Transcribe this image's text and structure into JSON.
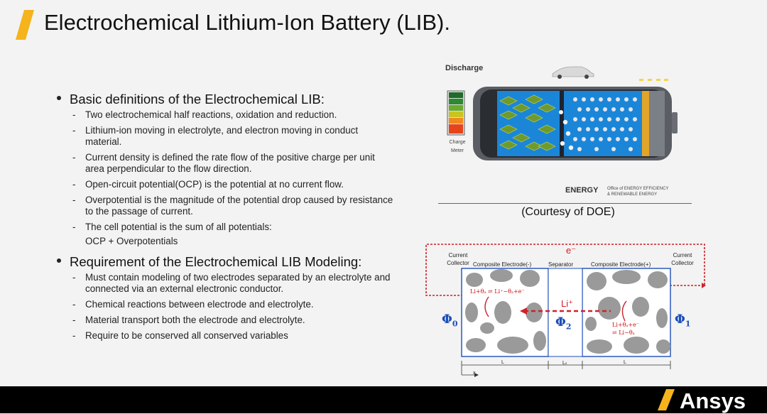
{
  "title": "Electrochemical Lithium-Ion Battery (LIB).",
  "colors": {
    "accent": "#f5b31c",
    "background": "#f3f3f3",
    "footer": "#000000",
    "electrolyte_blue": "#1b86d8",
    "diagram_blue": "#1d4fb8",
    "diagram_red": "#d0202a"
  },
  "bullets": [
    {
      "text": "Basic definitions of the Electrochemical LIB:",
      "sub": [
        "Two electrochemical half reactions, oxidation and reduction.",
        "Lithium-ion moving in electrolyte, and electron moving in conduct material.",
        "Current density is defined the rate flow of the positive charge per unit area perpendicular to the flow direction.",
        "Open-circuit potential(OCP) is the potential at no current flow.",
        "Overpotential is the magnitude of the potential drop caused by resistance to the passage of current.",
        "The cell potential is the sum of all potentials:"
      ],
      "formula": "OCP + Overpotentials"
    },
    {
      "text": "Requirement of the Electrochemical LIB Modeling:",
      "sub": [
        "Must contain modeling of two electrodes separated by an electrolyte and connected via an external electronic conductor.",
        "Chemical reactions between electrode and electrolyte.",
        "Material transport both the electrode and electrolyte.",
        "Require to be conserved all conserved variables"
      ]
    }
  ],
  "discharge_figure": {
    "label": "Discharge",
    "meter_label_line1": "Charge",
    "meter_label_line2": "Meter",
    "doe_energy": "ENERGY",
    "doe_office_line1": "Office of ENERGY EFFICIENCY",
    "doe_office_line2": "& RENEWABLE ENERGY"
  },
  "courtesy": "(Courtesy of DOE)",
  "cell_diagram": {
    "current_collector_left": "Current Collector",
    "current_collector_right": "Current Collector",
    "electrode_neg": "Composite Electrode(-)",
    "separator": "Separator",
    "electrode_pos": "Composite Electrode(+)",
    "electron": "e⁻",
    "li_plus": "Li⁺",
    "phi0": "0",
    "phi2": "2",
    "phi1": "1",
    "reaction_neg": "Li+θₐ ⇌ Li⁺−θₐ+e⁻",
    "reaction_pos_line1": "Li+θₐ+e⁻",
    "reaction_pos_line2": "⇌ Li−θₐ",
    "dim_l": "L",
    "dim_ls": "Lₛ",
    "dim_x": "x"
  },
  "footer": {
    "brand": "Ansys"
  }
}
